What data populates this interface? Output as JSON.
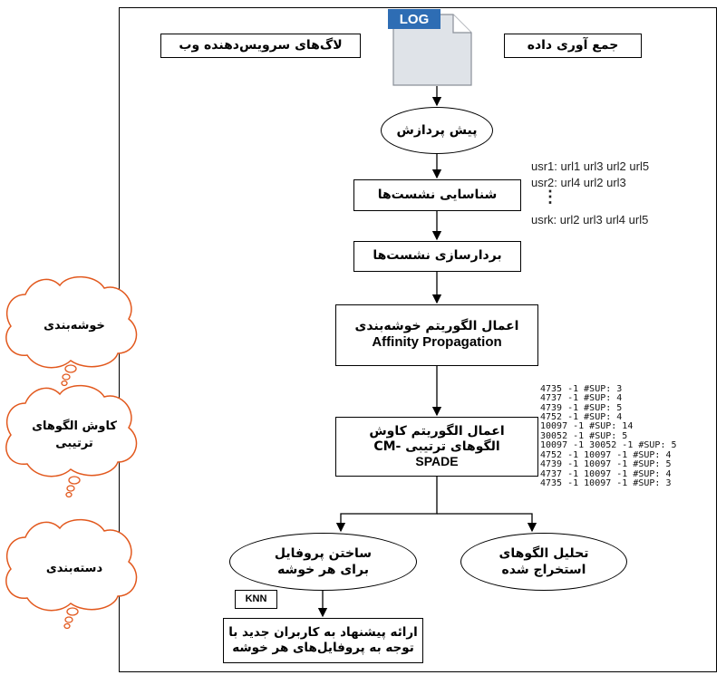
{
  "header": {
    "log_icon_text": "LOG",
    "web_logs": "لاگ‌های سرویس‌دهنده وب",
    "data_collection": "جمع آوری داده"
  },
  "flow": {
    "preprocess": "پیش پردازش",
    "session_id": "شناسایی نشست‌ها",
    "vectorize": "بردارسازی نشست‌ها",
    "ap_fa": "اعمال الگوریتم خوشه‌بندی",
    "ap_en": "Affinity Propagation",
    "cmspade_line1": "اعمال الگوریتم کاوش",
    "cmspade_line2": "الگوهای ترتیبی -CM",
    "cmspade_line3": "SPADE",
    "profile_line1": "ساختن پروفایل",
    "profile_line2": "برای هر خوشه",
    "analysis_line1": "تحلیل الگوهای",
    "analysis_line2": "استخراج شده",
    "knn": "KNN",
    "recommend_line1": "ارائه پیشنهاد به کاربران جدید با",
    "recommend_line2": "توجه به پروفایل‌های هر خوشه"
  },
  "clouds": {
    "clustering": "خوشه‌بندی",
    "seq_mining_line1": "کاوش الگوهای",
    "seq_mining_line2": "ترتیبی",
    "classification": "دسته‌بندی"
  },
  "sessions": [
    "usr1: url1 url3 url2 url5",
    "usr2: url4 url2 url3",
    "usrk: url2 url3 url4 url5"
  ],
  "sessions_ellipsis": "⋮",
  "patterns": [
    "4735 -1 #SUP: 3",
    "4737 -1 #SUP: 4",
    "4739 -1 #SUP: 5",
    "4752 -1 #SUP: 4",
    "10097 -1 #SUP: 14",
    "30052 -1 #SUP: 5",
    "10097 -1 30052 -1 #SUP: 5",
    "4752 -1 10097 -1 #SUP: 4",
    "4739 -1 10097 -1 #SUP: 5",
    "4737 -1 10097 -1 #SUP: 4",
    "4735 -1 10097 -1 #SUP: 3"
  ],
  "colors": {
    "cloud_stroke": "#e2591e",
    "icon_blue": "#2e6db4"
  }
}
